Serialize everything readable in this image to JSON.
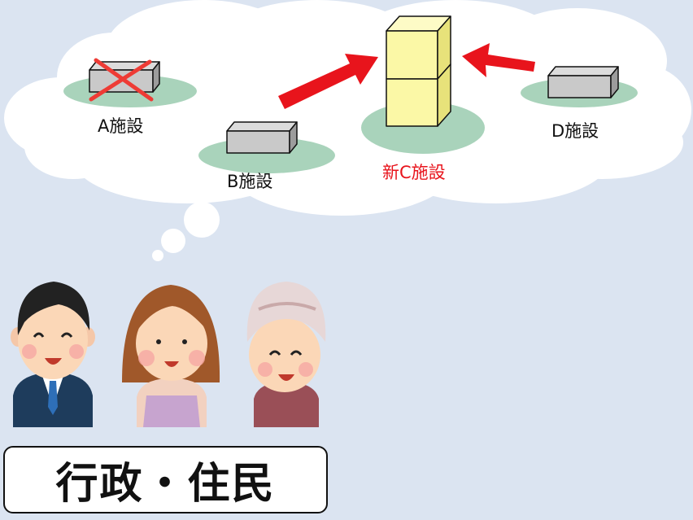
{
  "facilities": [
    {
      "id": "a",
      "label": "A施設",
      "status": "removed"
    },
    {
      "id": "b",
      "label": "B施設",
      "status": "existing"
    },
    {
      "id": "c",
      "label": "新C施設",
      "status": "new"
    },
    {
      "id": "d",
      "label": "D施設",
      "status": "existing"
    }
  ],
  "caption": "行政・住民",
  "colors": {
    "background": "#dbe4f1",
    "cloud": "#ffffff",
    "ground": "#a9d3bb",
    "gray_box": "#c9c9c9",
    "new_box": "#fbf8a6",
    "arrow": "#e8141c",
    "new_label": "#e8141c"
  }
}
